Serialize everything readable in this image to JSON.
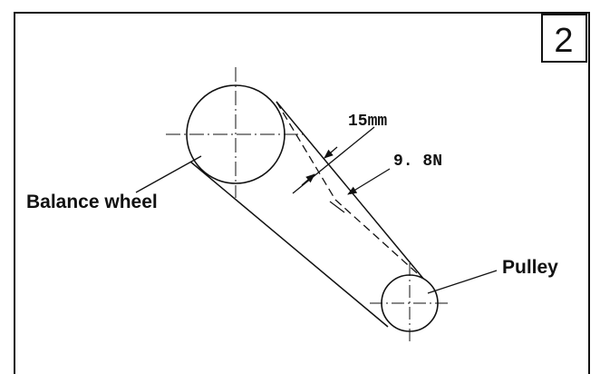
{
  "figure": {
    "step_number": "2",
    "labels": {
      "balance_wheel": "Balance wheel",
      "pulley": "Pulley",
      "deflection": "15mm",
      "force": "9. 8N"
    }
  }
}
